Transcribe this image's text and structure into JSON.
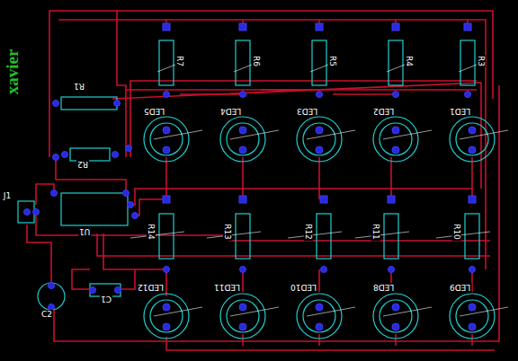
{
  "diagram": {
    "labels": [
      "xavier",
      "R1",
      "R2",
      "U1",
      "J1",
      "C2",
      "C1",
      "R7",
      "R6",
      "R5",
      "R4",
      "R3",
      "LED5",
      "LED4",
      "LED3",
      "LED2",
      "LED1",
      "R14",
      "R13",
      "R12",
      "R11",
      "R10",
      "LED12",
      "LED11",
      "LED10",
      "LED8",
      "LED9"
    ]
  }
}
